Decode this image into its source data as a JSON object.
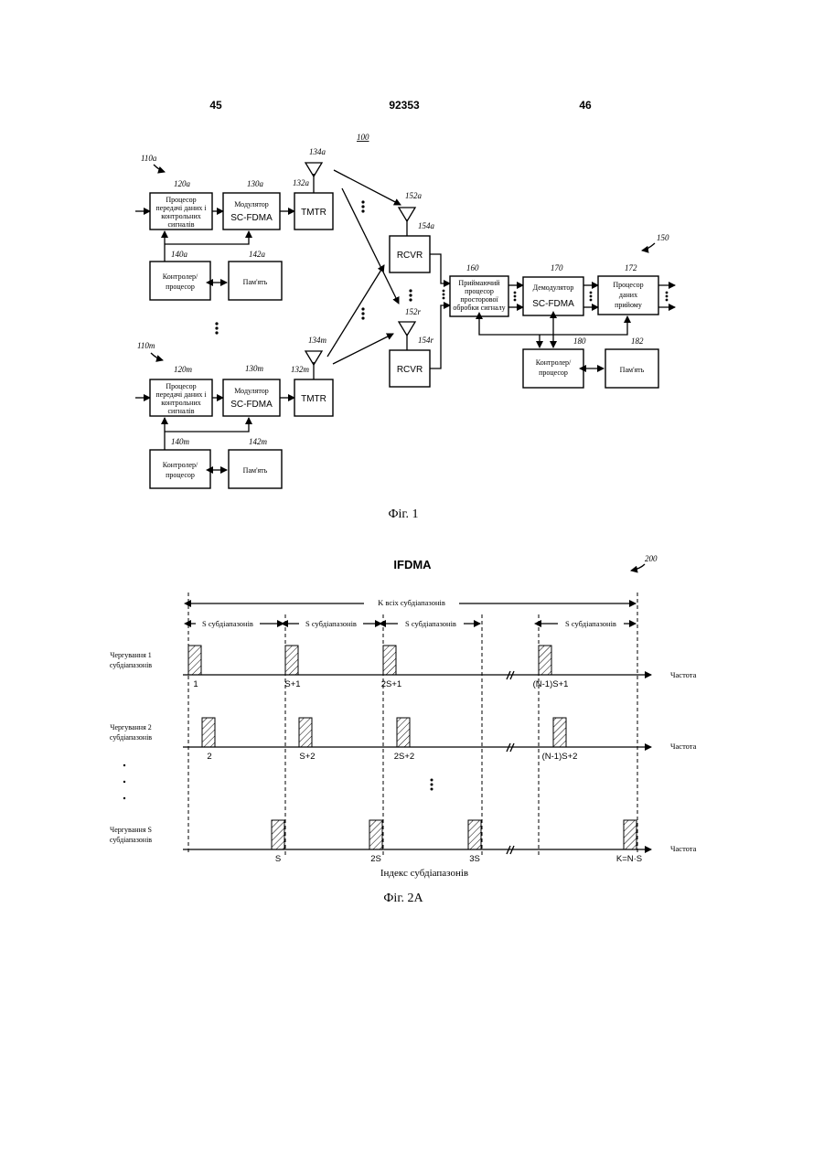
{
  "page": {
    "left_number": "45",
    "patent_number": "92353",
    "right_number": "46"
  },
  "fig1": {
    "caption": "Фіг. 1",
    "refs": {
      "system": "100",
      "tx_a": "110a",
      "tx_m": "110m",
      "rx": "150",
      "proc_a": "120a",
      "mod_a": "130a",
      "tmtr_a": "132a",
      "ant_a": "134a",
      "ctrl_a": "140a",
      "mem_a": "142a",
      "proc_m": "120m",
      "mod_m": "130m",
      "tmtr_m": "132m",
      "ant_m": "134m",
      "ctrl_m": "140m",
      "mem_m": "142m",
      "rant_a": "152a",
      "rcvr_a": "154a",
      "rant_r": "152r",
      "rcvr_r": "154r",
      "spatial": "160",
      "demod": "170",
      "rxproc": "172",
      "rx_ctrl": "180",
      "rx_mem": "182"
    },
    "blocks": {
      "tx_proc_l1": "Процесор",
      "tx_proc_l2": "передачі даних і",
      "tx_proc_l3": "контрольних",
      "tx_proc_l4": "сигналів",
      "mod_l1": "Модулятор",
      "mod_l2": "SC-FDMA",
      "tmtr": "TMTR",
      "ctrl_l1": "Контролер/",
      "ctrl_l2": "процесор",
      "mem": "Пам'ять",
      "rcvr": "RCVR",
      "spatial_l1": "Приймаючий",
      "spatial_l2": "процесор",
      "spatial_l3": "просторової",
      "spatial_l4": "обробки сигналу",
      "demod_l1": "Демодулятор",
      "demod_l2": "SC-FDMA",
      "rxproc_l1": "Процесор",
      "rxproc_l2": "даних",
      "rxproc_l3": "прийому"
    }
  },
  "fig2a": {
    "title": "IFDMA",
    "ref": "200",
    "total_label": "K всіх субдіапазонів",
    "span_label": "S субдіапазонів",
    "rows": [
      {
        "label_l1": "Чергування 1",
        "label_l2": "субдіапазонів",
        "ticks": [
          "1",
          "S+1",
          "2S+1",
          "(N-1)S+1"
        ]
      },
      {
        "label_l1": "Чергування 2",
        "label_l2": "субдіапазонів",
        "ticks": [
          "2",
          "S+2",
          "2S+2",
          "(N-1)S+2"
        ]
      },
      {
        "label_l1": "Чергування S",
        "label_l2": "субдіапазонів",
        "ticks": [
          "S",
          "2S",
          "3S",
          "K=N·S"
        ]
      }
    ],
    "axis_label": "Частота",
    "xlabel": "Індекс субдіапазонів",
    "caption": "Фіг. 2А"
  }
}
